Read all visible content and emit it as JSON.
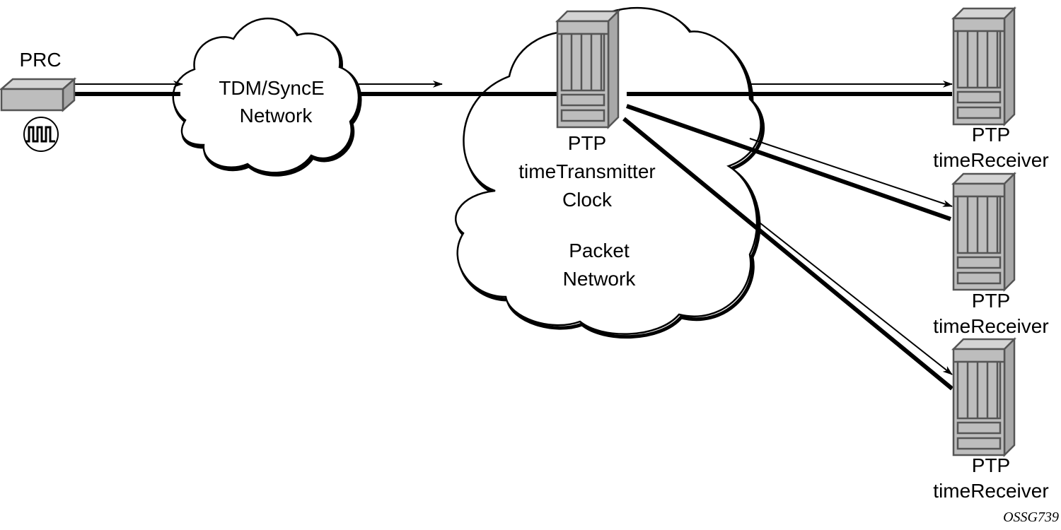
{
  "diagram": {
    "source": {
      "label": "PRC",
      "icon": "clock-signal-icon"
    },
    "networks": [
      {
        "id": "tdm",
        "lines": [
          "TDM/SyncE",
          "Network"
        ]
      },
      {
        "id": "packet",
        "lines": [
          "Packet",
          "Network"
        ]
      }
    ],
    "transmitter": {
      "lines": [
        "PTP",
        "timeTransmitter",
        "Clock"
      ]
    },
    "receivers": [
      {
        "lines": [
          "PTP",
          "timeReceiver"
        ]
      },
      {
        "lines": [
          "PTP",
          "timeReceiver"
        ]
      },
      {
        "lines": [
          "PTP",
          "timeReceiver"
        ]
      }
    ],
    "reference_id": "OSSG739"
  }
}
